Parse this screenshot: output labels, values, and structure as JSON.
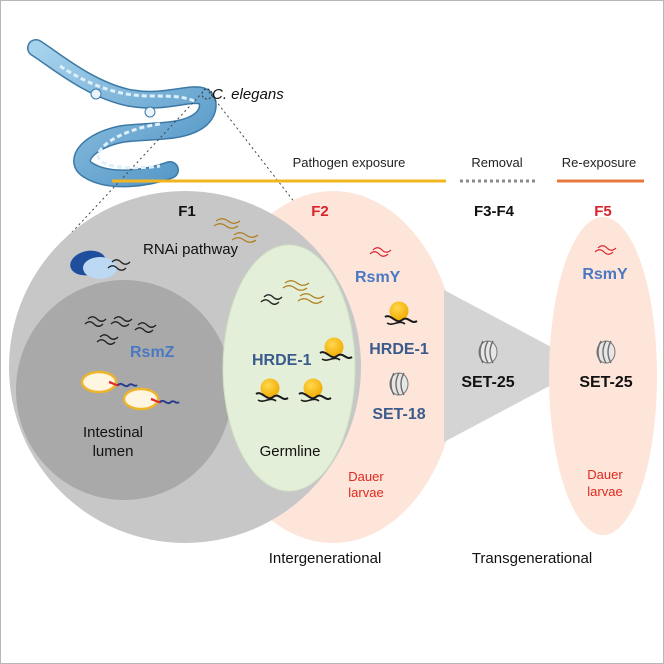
{
  "organism": "C. elegans",
  "phases": {
    "pathogen_exposure": "Pathogen exposure",
    "removal": "Removal",
    "re_exposure": "Re-exposure"
  },
  "generations": {
    "f1": "F1",
    "f2": "F2",
    "f3_f4": "F3-F4",
    "f5": "F5"
  },
  "labels": {
    "rnai_pathway": "RNAi pathway",
    "rsmz": "RsmZ",
    "rsmy_f2": "RsmY",
    "rsmy_f5": "RsmY",
    "hrde1_germline": "HRDE-1",
    "hrde1_f2": "HRDE-1",
    "set18": "SET-18",
    "set25_f3": "SET-25",
    "set25_f5": "SET-25",
    "intestinal_line1": "Intestinal",
    "intestinal_line2": "lumen",
    "germline": "Germline",
    "dauer_f2_line1": "Dauer",
    "dauer_f2_line2": "larvae",
    "dauer_f5_line1": "Dauer",
    "dauer_f5_line2": "larvae",
    "intergenerational": "Intergenerational",
    "transgenerational": "Transgenerational"
  },
  "colors": {
    "pathogen_line": "#f2b51f",
    "removal_line": "#8a8a8a",
    "reexposure_line": "#e8773e",
    "generation_red": "#d9232d",
    "protein_blue": "#3b5b8c",
    "rsm_blue": "#4a78c2",
    "dauer_red": "#e0281e",
    "gray_circle": "#c7c7c7",
    "inner_circle": "#a9a9a9",
    "germline_fill": "#e3efd8",
    "f2_fill": "#fde5d9",
    "arrow_fill": "#d4d4d4",
    "worm_blue": "#7fb6d8"
  }
}
